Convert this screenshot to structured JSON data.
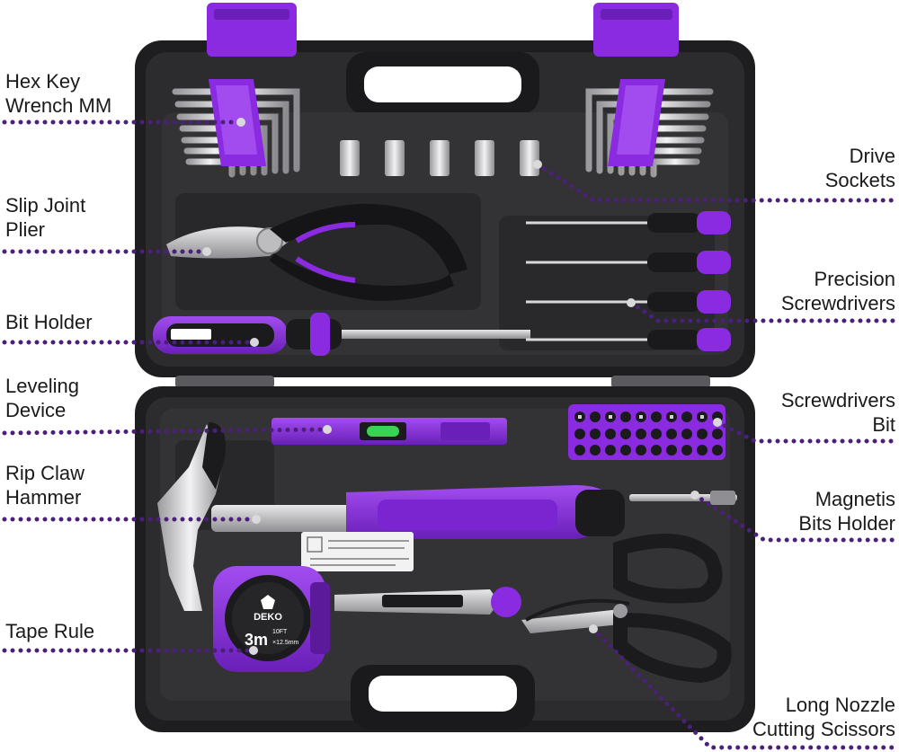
{
  "labels": [
    {
      "id": "hex-key",
      "lines": [
        "Hex Key",
        "Wrench MM"
      ]
    },
    {
      "id": "slip-joint-plier",
      "lines": [
        "Slip Joint",
        "Plier"
      ]
    },
    {
      "id": "bit-holder",
      "lines": [
        "Bit Holder"
      ]
    },
    {
      "id": "leveling-device",
      "lines": [
        "Leveling",
        "Device"
      ]
    },
    {
      "id": "rip-claw-hammer",
      "lines": [
        "Rip Claw",
        "Hammer"
      ]
    },
    {
      "id": "tape-rule",
      "lines": [
        "Tape Rule"
      ]
    },
    {
      "id": "drive-sockets",
      "lines": [
        "Drive",
        "Sockets"
      ]
    },
    {
      "id": "precision-screwdrivers",
      "lines": [
        "Precision",
        "Screwdrivers"
      ]
    },
    {
      "id": "screwdrivers-bit",
      "lines": [
        "Screwdrivers",
        "Bit"
      ]
    },
    {
      "id": "magnetis-bits-holder",
      "lines": [
        "Magnetis",
        "Bits Holder"
      ]
    },
    {
      "id": "long-nozzle-scissors",
      "lines": [
        "Long Nozzle",
        "Cutting Scissors"
      ]
    }
  ],
  "tape_rule": {
    "brand": "DEKO",
    "length": "3m",
    "feet": "10FT",
    "width": "×12.5mm"
  },
  "colors": {
    "purple": "#8a2be2",
    "purple_dark": "#5b1a9a",
    "case": "#2a2a2c",
    "case_inner": "#38383b",
    "dots": "#4b1f7a",
    "steel": "#c9c9cc"
  }
}
